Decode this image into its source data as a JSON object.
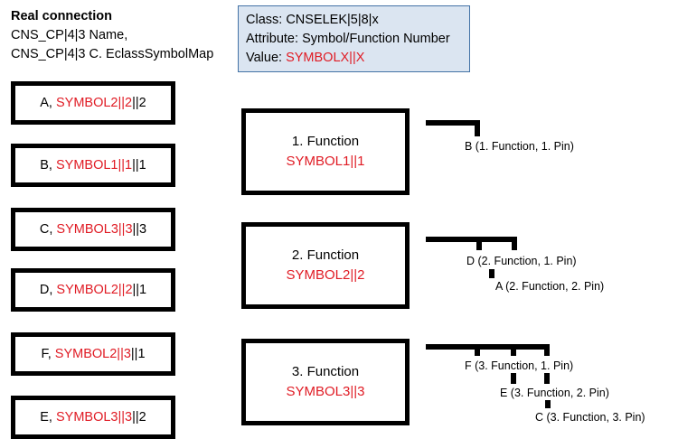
{
  "legend": {
    "title": "Real connection",
    "line1": "CNS_CP|4|3 Name,",
    "line2": "CNS_CP|4|3 C. EclassSymbolMap"
  },
  "info_box": {
    "class_label": "Class: ",
    "class_value": "CNSELEK|5|8|x",
    "attribute_label": "Attribute: ",
    "attribute_value": "Symbol/Function Number",
    "value_label": "Value: ",
    "value_value": "SYMBOLX||X",
    "fill_color": "#dbe5f1",
    "border_color": "#4473a6",
    "value_color": "#e01b24"
  },
  "pins": [
    {
      "prefix": "A, ",
      "red": "SYMBOL2||2",
      "suffix": "||2"
    },
    {
      "prefix": "B, ",
      "red": "SYMBOL1||1",
      "suffix": "||1"
    },
    {
      "prefix": "C, ",
      "red": "SYMBOL3||3",
      "suffix": "||3"
    },
    {
      "prefix": "D, ",
      "red": "SYMBOL2||2",
      "suffix": "||1"
    },
    {
      "prefix": "F, ",
      "red": "SYMBOL2||3",
      "suffix": "||1"
    },
    {
      "prefix": "E, ",
      "red": "SYMBOL3||3",
      "suffix": "||2"
    }
  ],
  "functions": [
    {
      "name": "1. Function",
      "symbol": "SYMBOL1||1"
    },
    {
      "name": "2. Function",
      "symbol": "SYMBOL2||2"
    },
    {
      "name": "3. Function",
      "symbol": "SYMBOL3||3"
    }
  ],
  "connector_labels": {
    "f1": [
      "B (1. Function, 1. Pin)"
    ],
    "f2": [
      "D (2. Function, 1. Pin)",
      "A (2. Function, 2. Pin)"
    ],
    "f3": [
      "F  (3. Function, 1. Pin)",
      "E (3. Function, 2. Pin)",
      "C (3. Function, 3. Pin)"
    ]
  },
  "colors": {
    "red": "#e01b24",
    "black": "#000000",
    "white": "#ffffff"
  }
}
